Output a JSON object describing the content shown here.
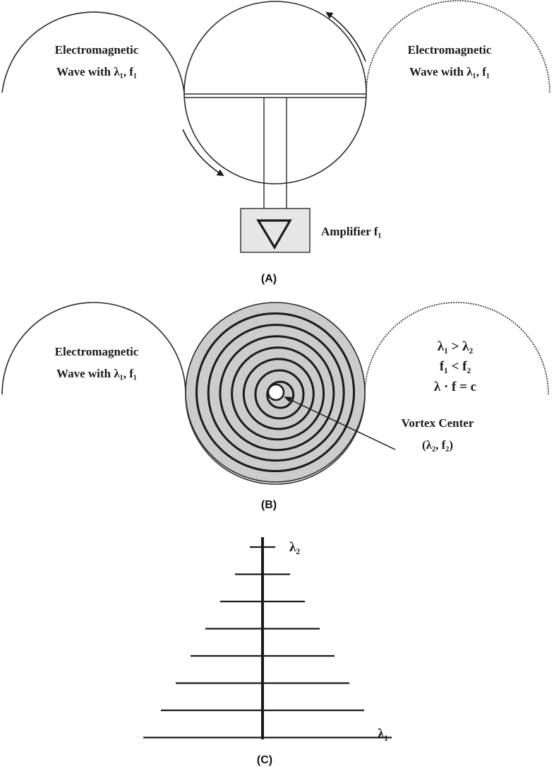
{
  "colors": {
    "line": "#2a2a2a",
    "heavy": "#1a1a1a",
    "fill_light": "#e6e6e6",
    "ring_gap": "#cccccc"
  },
  "panel_a": {
    "label": "(A)",
    "wave_left_line1": "Electromagnetic",
    "wave_left_line2": "Wave with λ₁, f₁",
    "wave_right_line1": "Electromagnetic",
    "wave_right_line2": "Wave with λ₁, f₁",
    "amplifier_label": "Amplifier f₁",
    "icons": [
      "arrow-head-icon",
      "triangle-amplifier-icon"
    ]
  },
  "panel_b": {
    "label": "(B)",
    "wave_left_line1": "Electromagnetic",
    "wave_left_line2": "Wave with λ₁, f₁",
    "relation_1": "λ₁ > λ₂",
    "relation_2": "f₁ < f₂",
    "relation_3": "λ · f = c",
    "vortex_label_line1": "Vortex Center",
    "vortex_label_line2": "(λ₂, f₂)",
    "ring_count": 7
  },
  "panel_c": {
    "label": "(C)",
    "top_label": "λ₂",
    "bottom_label": "λ₁",
    "rung_count": 8
  }
}
